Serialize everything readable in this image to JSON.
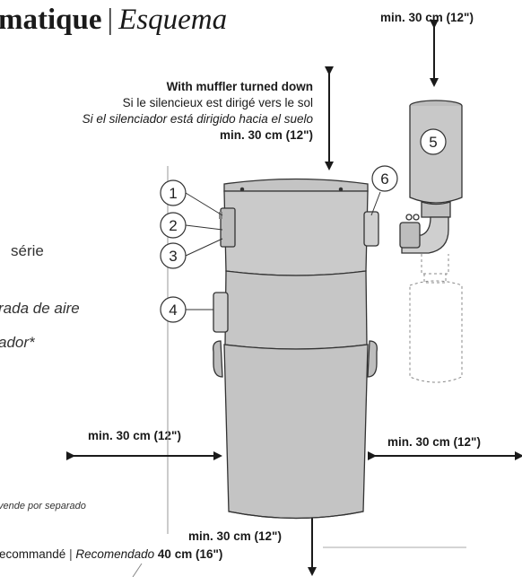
{
  "title": {
    "bold": "matique",
    "sep": "|",
    "italic": "Esquema"
  },
  "top_clearance": "min. 30 cm (12\")",
  "muffler_note": {
    "en": "With muffler turned down",
    "fr": "Si le silencieux est dirigé vers le sol",
    "es": "Si el silenciador está dirigido hacia el suelo",
    "min": "min. 30 cm (12\")"
  },
  "left_clearance": "min. 30 cm (12\")",
  "right_clearance": "min. 30 cm (12\")",
  "bottom_clearance": "min. 30 cm (12\")",
  "recommended": {
    "fr": "ecommandé",
    "sep": "|",
    "es": "Recomendado",
    "value": "40 cm (16\")"
  },
  "side_texts": {
    "serie": "série",
    "aire": "rada de aire",
    "ador": "ador*"
  },
  "footnote": "vende por separado",
  "callouts": [
    "1",
    "2",
    "3",
    "4",
    "5",
    "6"
  ]
}
